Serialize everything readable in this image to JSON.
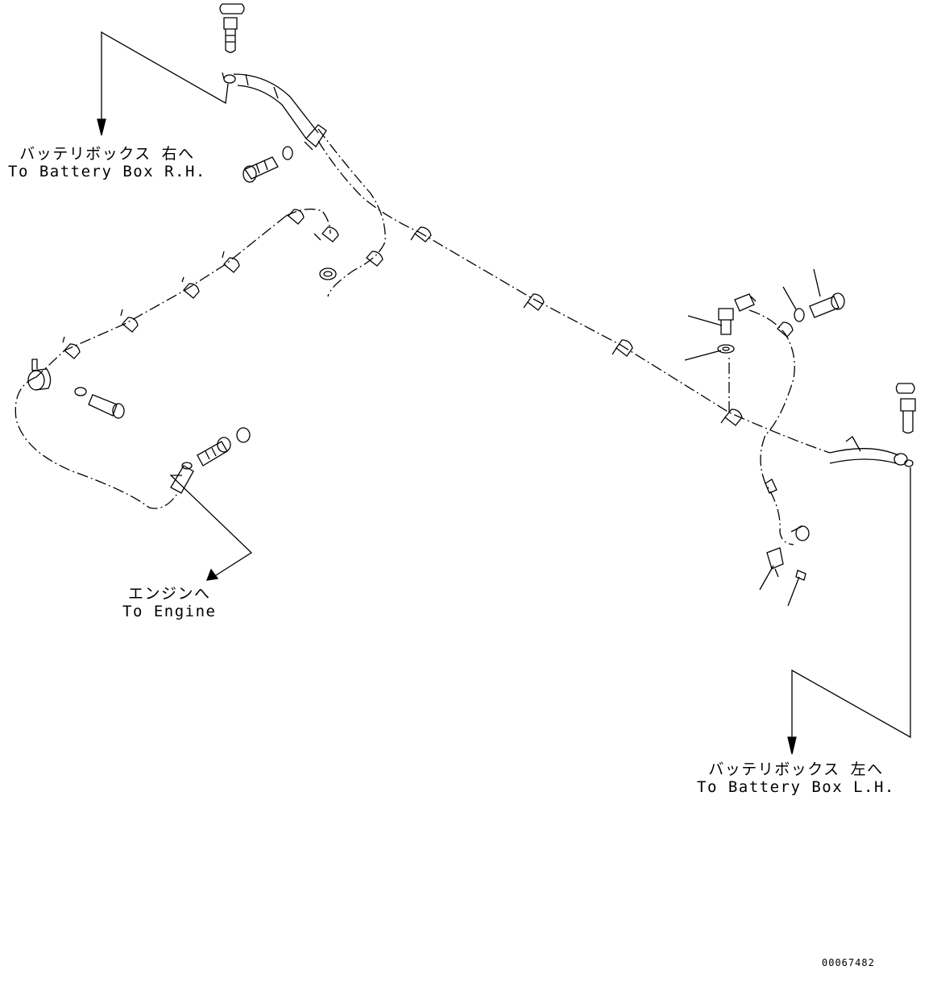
{
  "labels": {
    "battery_box_rh": {
      "jp": "バッテリボックス 右へ",
      "en": "To Battery Box R.H."
    },
    "engine": {
      "jp": "エンジンへ",
      "en": "To Engine"
    },
    "battery_box_lh": {
      "jp": "バッテリボックス 左へ",
      "en": "To Battery Box L.H."
    }
  },
  "drawing_number": "00067482",
  "colors": {
    "line": "#000000",
    "background": "#ffffff"
  }
}
